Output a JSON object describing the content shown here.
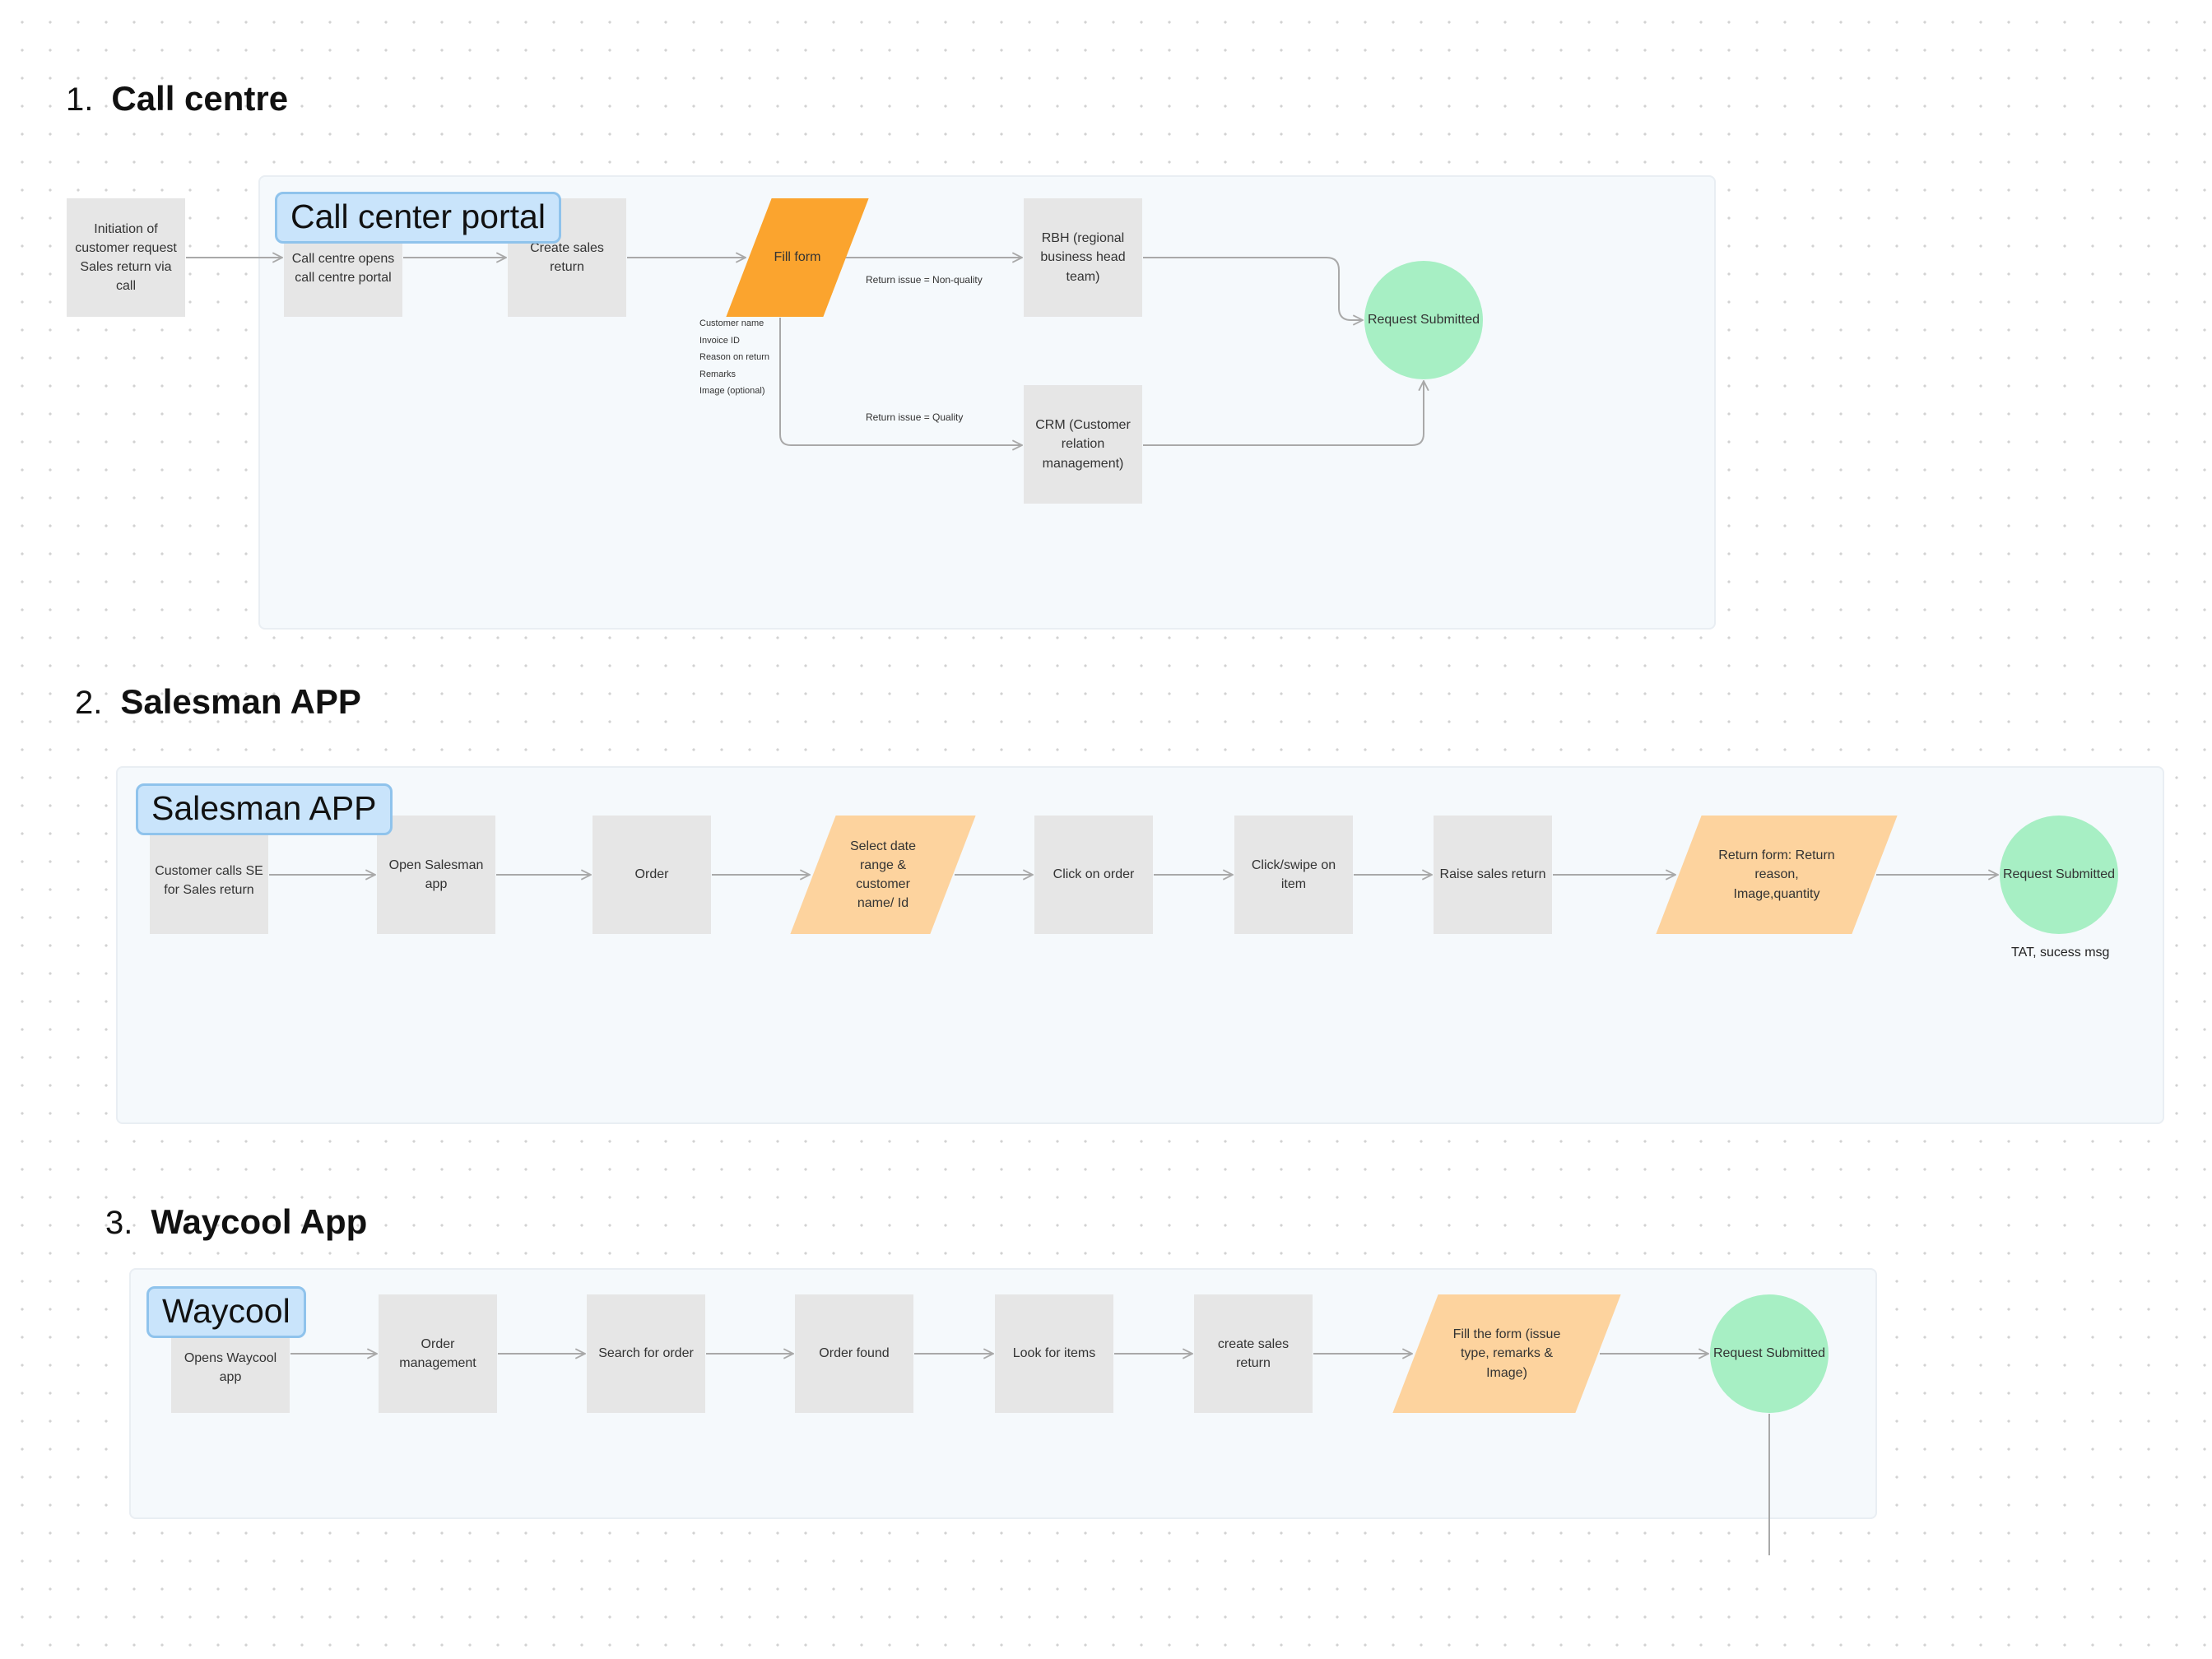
{
  "sections": [
    {
      "number": "1.",
      "title": "Call centre",
      "badge": "Call center portal",
      "nodes": {
        "initiation": "Initiation of customer request Sales return via call",
        "opens_portal": "Call centre opens call centre portal",
        "create_return": "Create sales return",
        "fill_form": "Fill form",
        "rbh": "RBH (regional business head team)",
        "crm": "CRM (Customer relation management)",
        "request_submitted": "Request Submitted"
      },
      "form_fields": [
        "Customer name",
        "Invoice ID",
        "Reason on return",
        "Remarks",
        "Image (optional)"
      ],
      "edge_labels": {
        "non_quality": "Return issue = Non-quality",
        "quality": "Return issue = Quality"
      }
    },
    {
      "number": "2.",
      "title": "Salesman APP",
      "badge": "Salesman APP",
      "nodes": [
        "Customer calls SE for Sales return",
        "Open Salesman app",
        "Order",
        "Select date range & customer name/ Id",
        "Click on order",
        "Click/swipe on item",
        "Raise sales return",
        "Return form: Return reason, Image,quantity",
        "Request Submitted"
      ],
      "caption": "TAT, sucess msg"
    },
    {
      "number": "3.",
      "title": "Waycool App",
      "badge": "Waycool",
      "nodes": [
        "Opens Waycool app",
        "Order management",
        "Search for order",
        "Order found",
        "Look for items",
        "create sales return",
        "Fill the form (issue type, remarks & Image)",
        "Request Submitted"
      ]
    }
  ],
  "colors": {
    "process": "#e6e6e6",
    "io_primary": "#fba42e",
    "io_light": "#fdd39e",
    "terminal": "#a7efc4",
    "section_bg": "#f5f9fc",
    "badge_bg": "#c9e4fb",
    "badge_border": "#8fc3ec",
    "connector": "#a9a9a9"
  }
}
